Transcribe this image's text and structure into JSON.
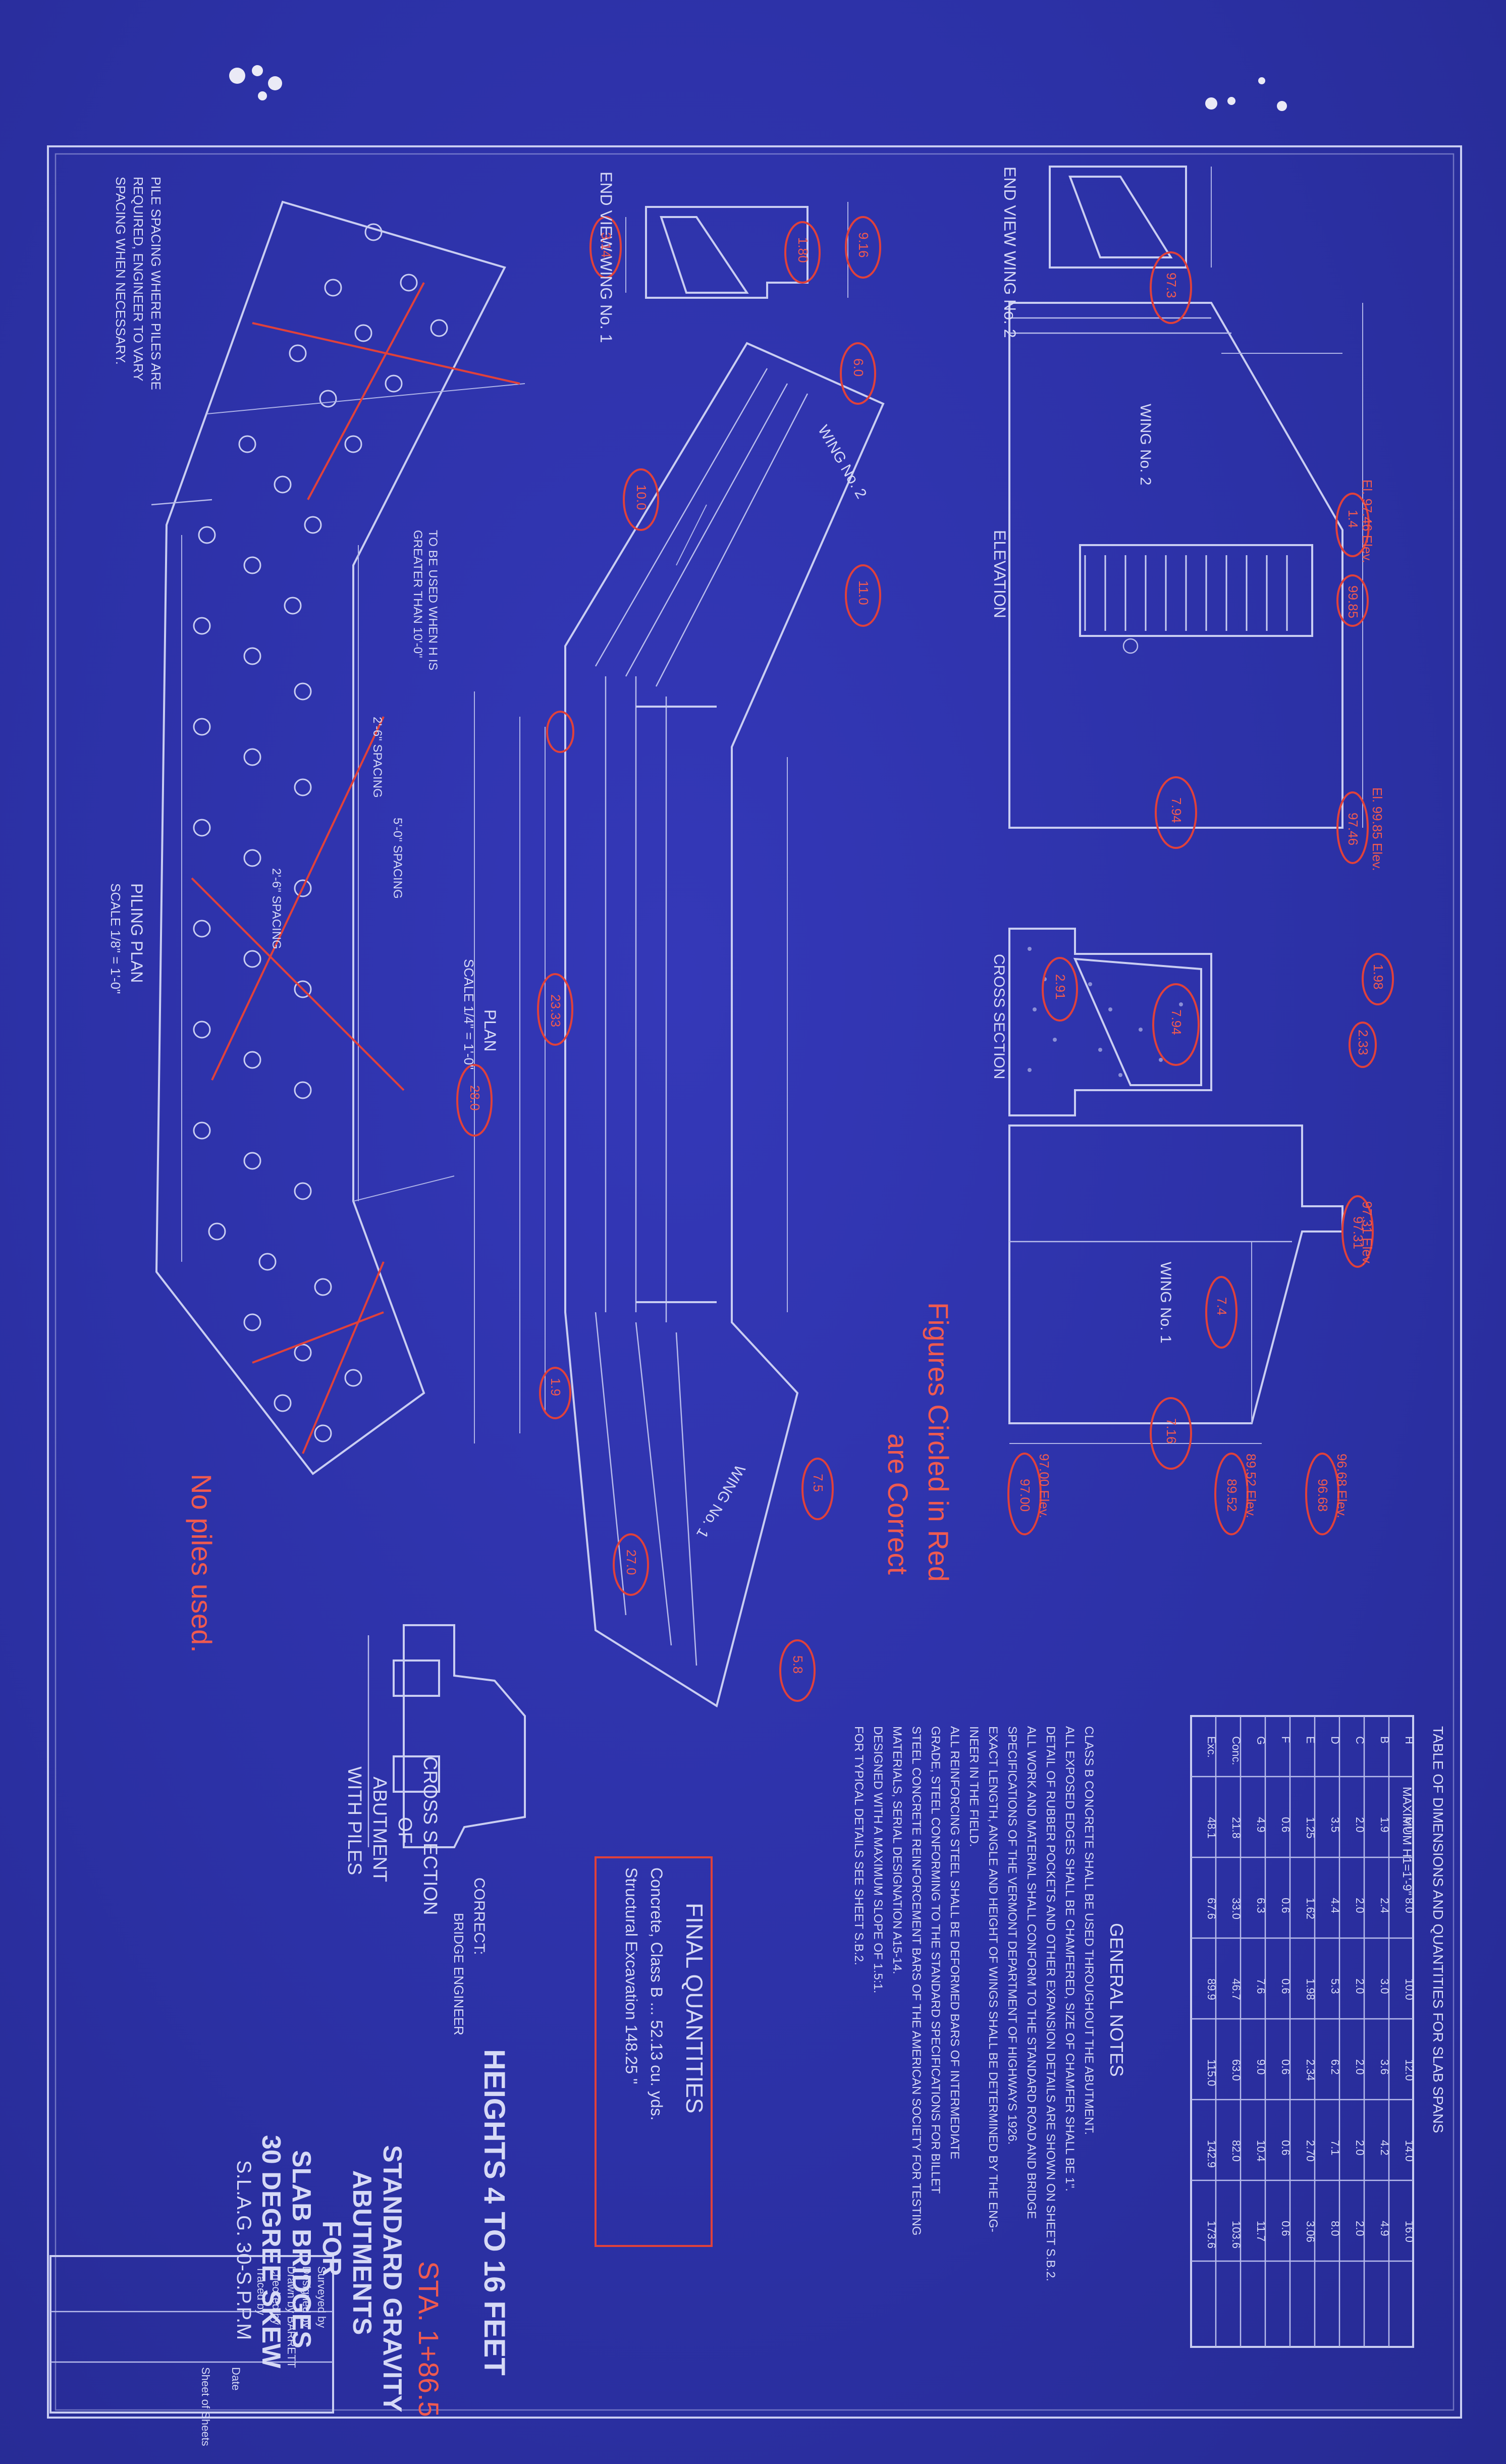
{
  "colors": {
    "paper": "#2c31a6",
    "linework": "#c9cdf2",
    "correction": "#e0413b"
  },
  "title_block": {
    "station": "STA. 1+86.5",
    "line1": "STANDARD GRAVITY",
    "line2": "ABUTMENTS",
    "line3": "FOR",
    "line4": "SLAB BRIDGES",
    "line5": "30 DEGREE SKEW",
    "sheet_code": "S.L.A.G. 30-S.P.P.M",
    "heights": "HEIGHTS 4 TO 16 FEET",
    "correct_label": "CORRECT:",
    "engineer_role": "BRIDGE ENGINEER",
    "signatures": {
      "surveyed": "Surveyed by",
      "designed": "Designed by",
      "drawn": "Drawn by BARRETT",
      "checked": "Checked by",
      "traced": "Traced by",
      "date": "Date",
      "sheet": "Sheet of Sheets"
    }
  },
  "notes": {
    "figures_circled": "Figures Circled in Red",
    "are_correct": "are Correct",
    "no_piles": "No piles used."
  },
  "final_quantities": {
    "heading": "FINAL QUANTITIES",
    "concrete": "Concrete, Class B ... 52.13 cu. yds.",
    "excavation": "Structural Excavation 148.25 \""
  },
  "general_notes": {
    "heading": "GENERAL NOTES",
    "lines": [
      "CLASS B CONCRETE SHALL BE USED THROUGHOUT THE ABUTMENT.",
      "ALL EXPOSED EDGES SHALL BE CHAMFERED, SIZE OF CHAMFER SHALL BE 1\".",
      "DETAIL OF RUBBER POCKETS AND OTHER EXPANSION DETAILS ARE SHOWN ON SHEET S.B.2.",
      "ALL WORK AND MATERIAL SHALL CONFORM TO THE STANDARD ROAD AND BRIDGE",
      "SPECIFICATIONS OF THE VERMONT DEPARTMENT OF HIGHWAYS 1926.",
      "EXACT LENGTH, ANGLE AND HEIGHT OF WINGS SHALL BE DETERMINED BY THE ENG-",
      "INEER IN THE FIELD.",
      "ALL REINFORCING STEEL SHALL BE DEFORMED BARS OF INTERMEDIATE",
      "GRADE, STEEL CONFORMING TO THE STANDARD SPECIFICATIONS FOR BILLET",
      "STEEL CONCRETE REINFORCEMENT BARS OF THE AMERICAN SOCIETY FOR TESTING",
      "MATERIALS, SERIAL DESIGNATION A15-14.",
      "DESIGNED WITH A MAXIMUM SLOPE OF 1.5:1.",
      "FOR TYPICAL DETAILS SEE SHEET S.B.2."
    ]
  },
  "table": {
    "caption": "TABLE OF DIMENSIONS AND QUANTITIES FOR SLAB SPANS",
    "subcaption": "MAXIMUM H1=1'-9\"",
    "rows": [
      [
        "H",
        "6.0",
        "8.0",
        "10.0",
        "12.0",
        "14.0",
        "16.0"
      ],
      [
        "B",
        "1.9",
        "2.4",
        "3.0",
        "3.6",
        "4.2",
        "4.9"
      ],
      [
        "C",
        "2.0",
        "2.0",
        "2.0",
        "2.0",
        "2.0",
        "2.0"
      ],
      [
        "D",
        "3.5",
        "4.4",
        "5.3",
        "6.2",
        "7.1",
        "8.0"
      ],
      [
        "E",
        "1.25",
        "1.62",
        "1.98",
        "2.34",
        "2.70",
        "3.06"
      ],
      [
        "F",
        "0.6",
        "0.6",
        "0.6",
        "0.6",
        "0.6",
        "0.6"
      ],
      [
        "G",
        "4.9",
        "6.3",
        "7.6",
        "9.0",
        "10.4",
        "11.7"
      ],
      [
        "Conc.",
        "21.8",
        "33.0",
        "46.7",
        "63.0",
        "82.0",
        "103.6"
      ],
      [
        "Exc.",
        "48.1",
        "67.6",
        "89.9",
        "115.0",
        "142.9",
        "173.6"
      ]
    ]
  },
  "views": {
    "end_view_wing1": "END VIEW WING No. 1",
    "end_view_wing2": "END VIEW WING No. 2",
    "elevation": "ELEVATION",
    "wing2": "WING No. 2",
    "wing1": "WING No. 1",
    "cross_section": "CROSS SECTION",
    "plan": "PLAN",
    "plan_scale": "SCALE 1/4\" = 1'-0\"",
    "pile_plan": "PILING PLAN",
    "pile_scale": "SCALE 1/8\" = 1'-0\"",
    "abut_section_1": "CROSS SECTION",
    "abut_section_2": "OF",
    "abut_section_3": "ABUTMENT",
    "abut_section_4": "WITH PILES",
    "pile_note_1": "PILE SPACING WHERE PILES ARE",
    "pile_note_2": "REQUIRED, ENGINEER TO VARY",
    "pile_note_3": "SPACING WHEN NECESSARY.",
    "pile_note_4": "TO BE USED WHEN H IS",
    "pile_note_5": "GREATER THAN 10'-0\"",
    "spacing_1": "5'-0\" SPACING",
    "spacing_2": "2'-6\" SPACING",
    "spacing_3": "2'-6\" SPACING"
  },
  "red_marks": {
    "circled_values": [
      "9.16",
      "1.80",
      "3.14",
      "97.3",
      "1.4",
      "99.85",
      "97.46",
      "7.94",
      "1.98",
      "2.33",
      "2.91",
      "7.94",
      "97.31",
      "7.4",
      "7.16",
      "96.68",
      "89.52",
      "97.00",
      "28.0",
      "23.33",
      "1.9",
      "6.0",
      "10.0",
      "11.0",
      "7.5",
      "5.8",
      "27.0"
    ],
    "elev_1": "El. 97.46 Elev.",
    "elev_2": "El. 99.85 Elev.",
    "elev_3": "97.31 Elev.",
    "elev_4": "96.68 Elev.",
    "elev_5": "89.52 Elev.",
    "elev_6": "97.00 Elev."
  }
}
